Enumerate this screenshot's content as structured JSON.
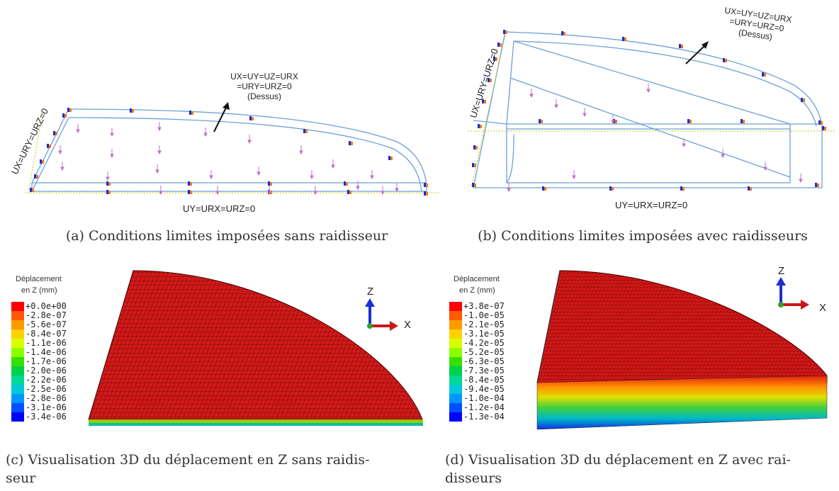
{
  "panel_a": {
    "caption": "(a) Conditions limites imposées sans raidisseur",
    "bc_left": "UX=URY=URZ=0",
    "bc_bottom": "UY=URX=URZ=0",
    "bc_top": "UX=UY=UZ=URX\n=URY=URZ=0\n(Dessus)"
  },
  "panel_b": {
    "caption": "(b) Conditions limites imposées avec raidisseurs",
    "bc_left": "UX=URY=URZ=0",
    "bc_bottom": "UY=URX=URZ=0",
    "bc_top": "UX=UY=UZ=URX\n=URY=URZ=0\n(Dessus)"
  },
  "panel_c": {
    "caption_line1": "(c) Visualisation 3D du déplacement en Z sans raidis-",
    "caption_line2": "seur",
    "legend_title_1": "Déplacement",
    "legend_title_2": "en Z (mm)",
    "legend_values": [
      "+0.0e+00",
      "-2.8e-07",
      "-5.6e-07",
      "-8.4e-07",
      "-1.1e-06",
      "-1.4e-06",
      "-1.7e-06",
      "-2.0e-06",
      "-2.2e-06",
      "-2.5e-06",
      "-2.8e-06",
      "-3.1e-06",
      "-3.4e-06"
    ],
    "axis_z": "Z",
    "axis_x": "X"
  },
  "panel_d": {
    "caption_line1": "(d) Visualisation 3D du déplacement en Z avec rai-",
    "caption_line2": "disseurs",
    "legend_title_1": "Déplacement",
    "legend_title_2": "en Z (mm)",
    "legend_values": [
      "+3.8e-07",
      "-1.0e-05",
      "-2.1e-05",
      "-3.1e-05",
      "-4.2e-05",
      "-5.2e-05",
      "-6.3e-05",
      "-7.3e-05",
      "-8.4e-05",
      "-9.4e-05",
      "-1.0e-04",
      "-1.2e-04",
      "-1.3e-04"
    ],
    "axis_z": "Z",
    "axis_x": "X"
  },
  "colors": {
    "legend_scale": [
      "#ff0000",
      "#ff5a00",
      "#ff9a00",
      "#ffd200",
      "#d8ff00",
      "#8cff00",
      "#35e000",
      "#00d04a",
      "#00d89a",
      "#00c8d8",
      "#0096ff",
      "#0050ff",
      "#0000ff"
    ],
    "wire": "#6aa0d8",
    "marker_blue": "#1a2fd0",
    "marker_orange": "#f07820",
    "arrow_pink": "#c070c8",
    "mesh_red": "#d41414"
  }
}
